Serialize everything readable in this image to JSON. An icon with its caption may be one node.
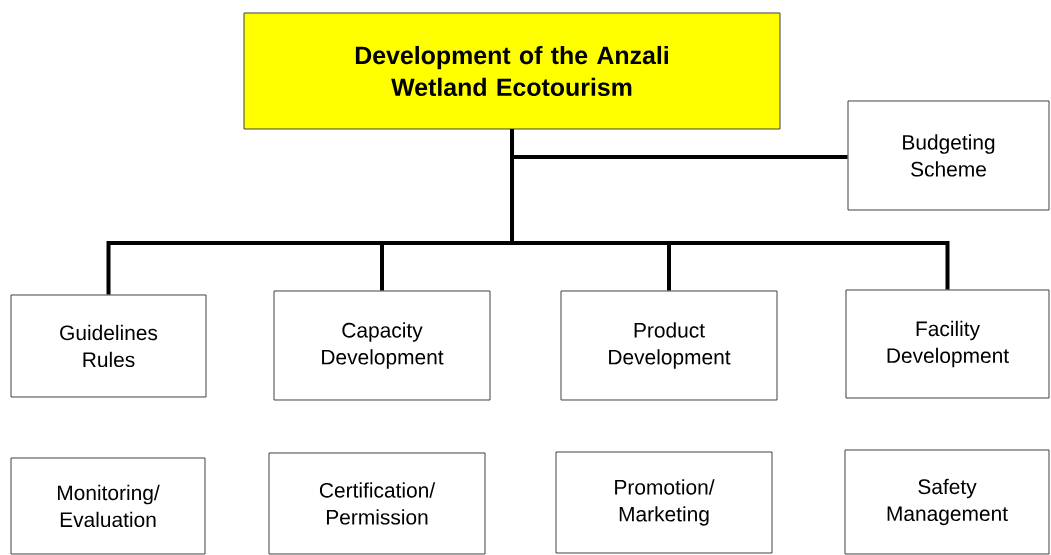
{
  "diagram": {
    "nodes": [
      {
        "text": [
          "Development of the Anzali Wetland Ecotourism"
        ]
      },
      {
        "text": [
          "Budgeting Scheme"
        ]
      },
      {
        "text": [
          "Guidelines Rules"
        ]
      },
      {
        "text": [
          "Capacity Development"
        ]
      },
      {
        "text": [
          "Product Development"
        ]
      },
      {
        "text": [
          "Facility Development"
        ]
      },
      {
        "text": [
          "Monitoring/ Evaluation"
        ]
      },
      {
        "text": [
          "Certification/ Permission"
        ]
      },
      {
        "text": [
          "Promotion/ Marketing"
        ]
      },
      {
        "text": [
          "Safety Management"
        ]
      }
    ],
    "edges": [
      {
        "from": 0,
        "to": 1,
        "arrow": "none"
      },
      {
        "from": 0,
        "to": 2,
        "arrow": "none"
      },
      {
        "from": 0,
        "to": 3,
        "arrow": "none"
      },
      {
        "from": 0,
        "to": 4,
        "arrow": "none"
      },
      {
        "from": 0,
        "to": 5,
        "arrow": "none"
      }
    ]
  }
}
